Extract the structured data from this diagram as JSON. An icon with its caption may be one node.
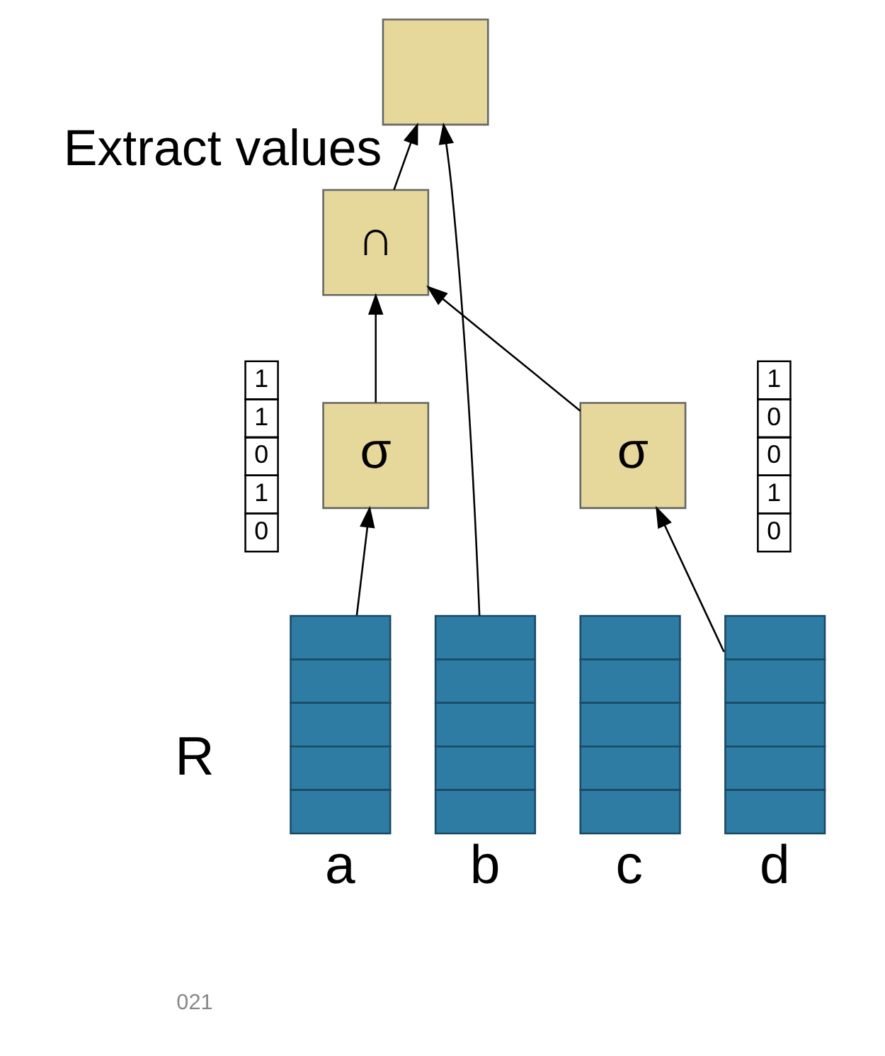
{
  "diagram": {
    "nodes": [
      {
        "text": [],
        "shape": "box",
        "beside": [
          "Extract values"
        ]
      },
      {
        "text": [
          "∩"
        ]
      },
      {
        "text": [
          "σ"
        ]
      },
      {
        "text": [
          "σ"
        ]
      },
      {
        "text": [],
        "shape": "bar",
        "beside": [
          "a"
        ]
      },
      {
        "text": [],
        "shape": "bar",
        "beside": [
          "b"
        ]
      },
      {
        "text": [],
        "shape": "bar",
        "beside": [
          "c"
        ]
      },
      {
        "text": [],
        "shape": "bar",
        "beside": [
          "d"
        ]
      }
    ],
    "edges": [
      {
        "from": 4,
        "to": 2,
        "arrow": "to"
      },
      {
        "from": 5,
        "to": 0,
        "arrow": "to"
      },
      {
        "from": 7,
        "to": 3,
        "arrow": "to"
      },
      {
        "from": 2,
        "to": 1,
        "arrow": "to"
      },
      {
        "from": 3,
        "to": 1,
        "arrow": "to"
      },
      {
        "from": 1,
        "to": 0,
        "arrow": "to"
      }
    ],
    "labels": [
      "1",
      "1",
      "0",
      "1",
      "0",
      "1",
      "0",
      "0",
      "1",
      "0",
      "R",
      "021"
    ]
  }
}
